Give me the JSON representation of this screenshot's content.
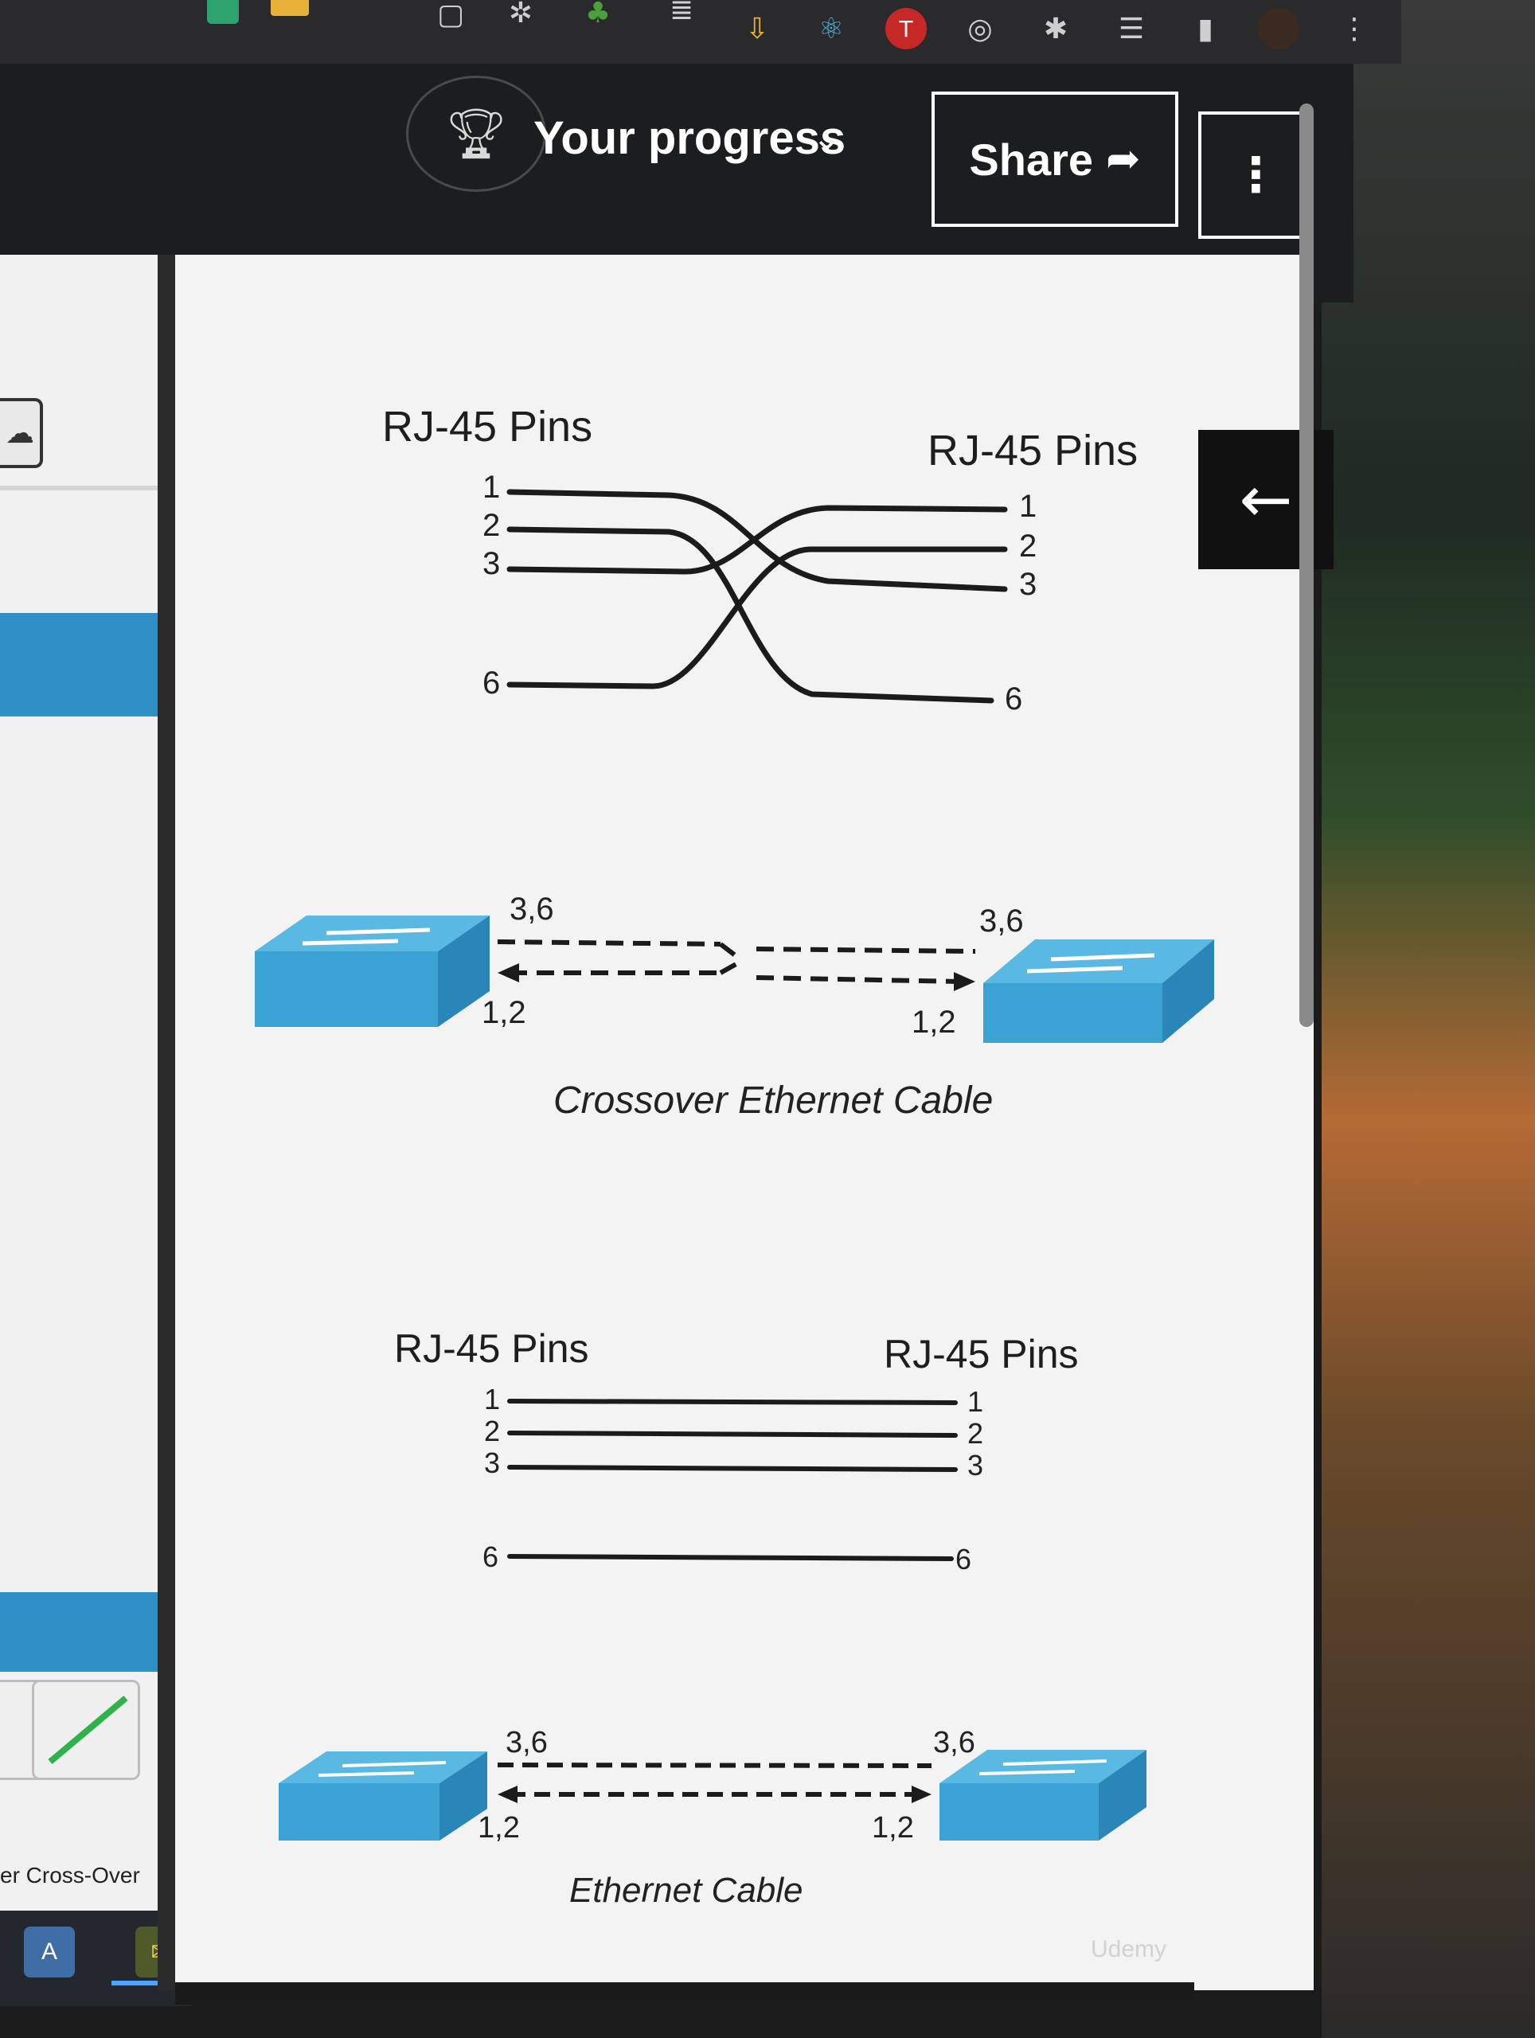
{
  "header": {
    "progress_label": "Your progress",
    "progress_caret": "⌄",
    "share_label": "Share",
    "share_arrow": "➦",
    "more_glyph": "⋮"
  },
  "nav": {
    "back_glyph": "←"
  },
  "crossover": {
    "left_title": "RJ-45 Pins",
    "right_title": "RJ-45 Pins",
    "left_pins": [
      "1",
      "2",
      "3",
      "6"
    ],
    "right_pins": [
      "1",
      "2",
      "3",
      "6"
    ],
    "top_left_label": "3,6",
    "bottom_left_label": "1,2",
    "top_right_label": "3,6",
    "bottom_right_label": "1,2",
    "caption": "Crossover Ethernet Cable"
  },
  "straight": {
    "left_title": "RJ-45 Pins",
    "right_title": "RJ-45 Pins",
    "left_pins": [
      "1",
      "2",
      "3",
      "6"
    ],
    "right_pins": [
      "1",
      "2",
      "3",
      "6"
    ],
    "top_left_label": "3,6",
    "bottom_left_label": "1,2",
    "top_right_label": "3,6",
    "bottom_right_label": "1,2",
    "caption": "Ethernet Cable"
  },
  "sidebar": {
    "bottom_label": "er Cross-Over"
  },
  "watermark": "Udemy",
  "colors": {
    "switch_top": "#3ba3d4",
    "switch_side": "#2a86b8",
    "header_bg": "#1c1d1f",
    "accent_blue": "#2f8fc7"
  }
}
